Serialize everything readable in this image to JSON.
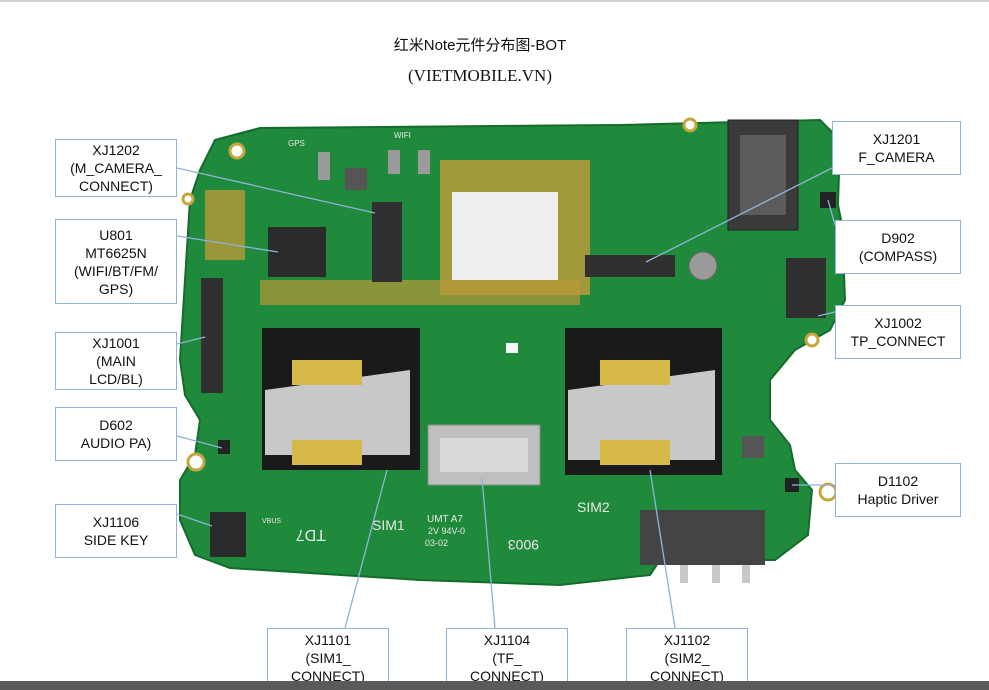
{
  "header": {
    "title": "红米Note元件分布图-BOT",
    "subtitle": "(VIETMOBILE.VN)"
  },
  "board": {
    "silkscreen": {
      "sim1": "SIM1",
      "sim2": "SIM2",
      "td7": "TD7",
      "umt": "UMT A7",
      "rating": "2V 94V-0",
      "date": "03-02",
      "code": "9003",
      "gps": "GPS",
      "wifi": "WIFI",
      "vbus": "VBUS"
    },
    "colors": {
      "pcb": "#1f8a3c",
      "pcb_dark": "#146b2b",
      "gold": "#c9a63d",
      "metal": "#c8c8c8"
    }
  },
  "labels": {
    "xj1202": {
      "lines": [
        "XJ1202",
        "(M_CAMERA_",
        "CONNECT)"
      ]
    },
    "u801": {
      "lines": [
        "U801",
        "MT6625N",
        "(WIFI/BT/FM/",
        "GPS)"
      ]
    },
    "xj1001": {
      "lines": [
        "XJ1001",
        "(MAIN",
        "LCD/BL)"
      ]
    },
    "d602": {
      "lines": [
        "D602",
        "AUDIO PA)"
      ]
    },
    "xj1106": {
      "lines": [
        "XJ1106",
        "SIDE KEY"
      ]
    },
    "xj1201": {
      "lines": [
        "XJ1201",
        "F_CAMERA"
      ]
    },
    "d902": {
      "lines": [
        "D902",
        "(COMPASS)"
      ]
    },
    "xj1002": {
      "lines": [
        "XJ1002",
        "TP_CONNECT"
      ]
    },
    "d1102": {
      "lines": [
        "D1102",
        "Haptic Driver"
      ]
    },
    "xj1101": {
      "lines": [
        "XJ1101",
        "(SIM1_",
        "CONNECT)"
      ]
    },
    "xj1104": {
      "lines": [
        "XJ1104",
        "(TF_",
        "CONNECT)"
      ]
    },
    "xj1102": {
      "lines": [
        "XJ1102",
        "(SIM2_",
        "CONNECT)"
      ]
    }
  }
}
